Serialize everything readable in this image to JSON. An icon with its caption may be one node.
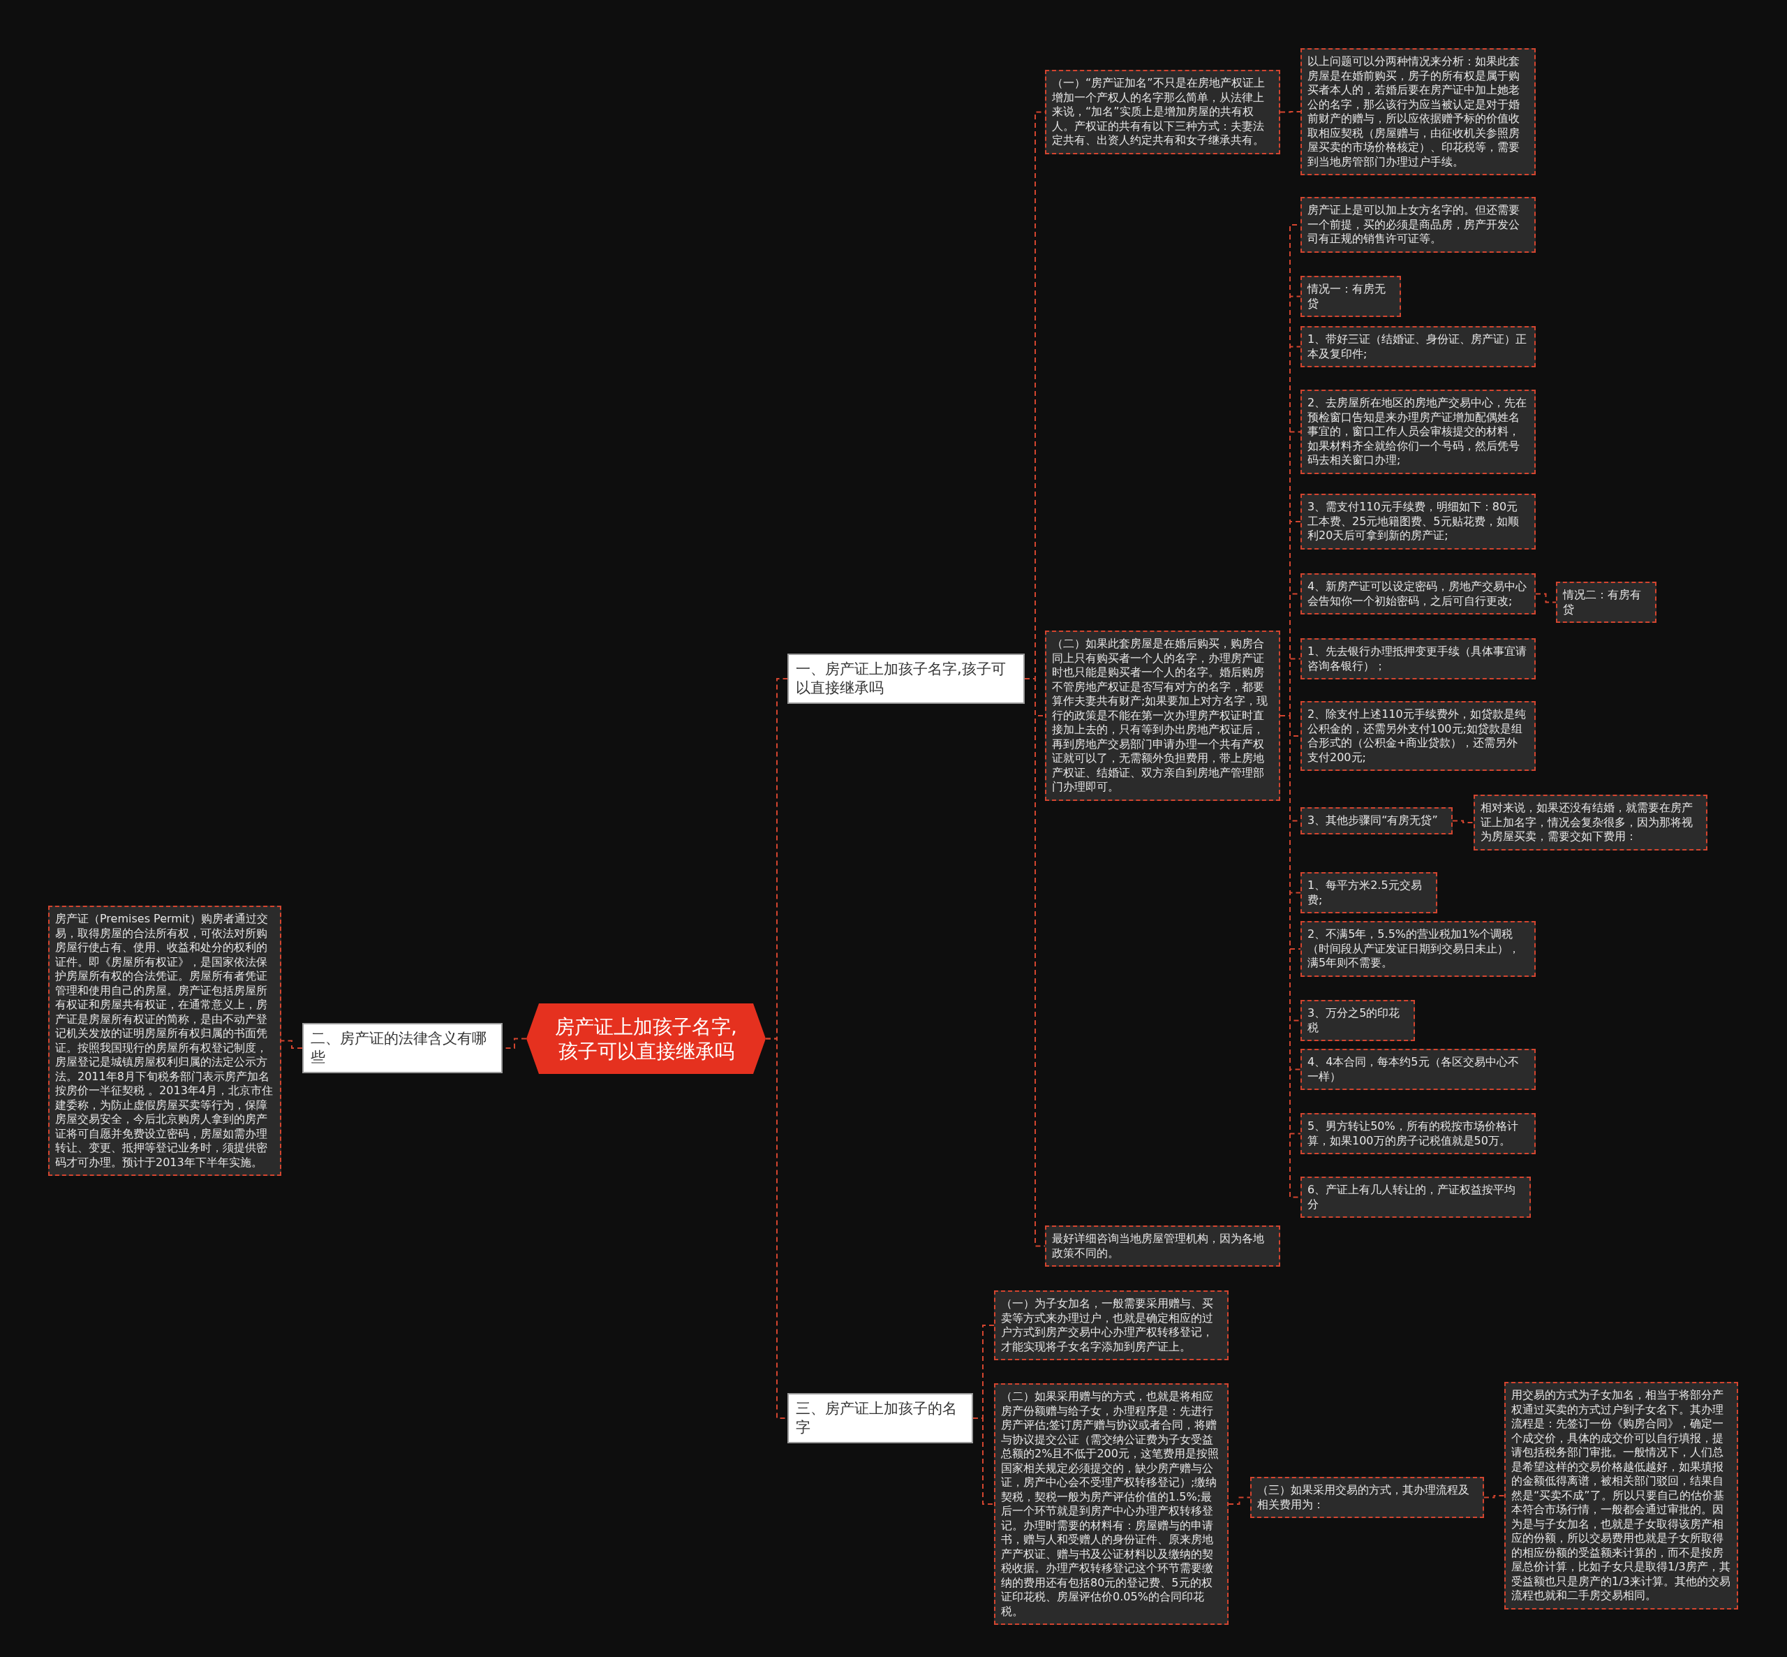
{
  "diagram": {
    "nodes": [
      {
        "text": [
          "房产证上加孩子名字,孩子可以直接继承吗"
        ]
      },
      {
        "text": [
          "一、房产证上加孩子名字,孩子可以直接继承吗"
        ]
      },
      {
        "text": [
          "（一）“房产证加名”不只是在房地产权证上增加一个产权人的名字那么简单，从法律上来说，“加名”实质上是增加房屋的共有权人。产权证的共有有以下三种方式：夫妻法定共有、出资人约定共有和女子继承共有。"
        ]
      },
      {
        "text": [
          "以上问题可以分两种情况来分析：如果此套房屋是在婚前购买，房子的所有权是属于购买者本人的，若婚后要在房产证中加上她老公的名字，那么该行为应当被认定是对于婚前财产的赠与，所以应依据赠予标的价值收取相应契税（房屋赠与，由征收机关参照房屋买卖的市场价格核定）、印花税等，需要到当地房管部门办理过户手续。"
        ]
      },
      {
        "text": [
          "（二）如果此套房屋是在婚后购买，购房合同上只有购买者一个人的名字，办理房产证时也只能是购买者一个人的名字。婚后购房不管房地产权证是否写有对方的名字，都要算作夫妻共有财产;如果要加上对方名字，现行的政策是不能在第一次办理房产权证时直接加上去的，只有等到办出房地产权证后，再到房地产交易部门申请办理一个共有产权证就可以了，无需额外负担费用，带上房地产权证、结婚证、双方亲自到房地产管理部门办理即可。"
        ]
      },
      {
        "text": [
          "房产证上是可以加上女方名字的。但还需要一个前提，买的必须是商品房，房产开发公司有正规的销售许可证等。"
        ]
      },
      {
        "text": [
          "情况一：有房无贷"
        ]
      },
      {
        "text": [
          "1、带好三证（结婚证、身份证、房产证）正本及复印件;"
        ]
      },
      {
        "text": [
          "2、去房屋所在地区的房地产交易中心，先在预检窗口告知是来办理房产证增加配偶姓名事宜的，窗口工作人员会审核提交的材料，如果材料齐全就给你们一个号码，然后凭号码去相关窗口办理;"
        ]
      },
      {
        "text": [
          "3、需支付110元手续费，明细如下：80元工本费、25元地籍图费、5元贴花费，如顺利20天后可拿到新的房产证;"
        ]
      },
      {
        "text": [
          "4、新房产证可以设定密码，房地产交易中心会告知你一个初始密码，之后可自行更改;"
        ]
      },
      {
        "text": [
          "情况二：有房有贷"
        ]
      },
      {
        "text": [
          "1、先去银行办理抵押变更手续（具体事宜请咨询各银行）；"
        ]
      },
      {
        "text": [
          "2、除支付上述110元手续费外，如贷款是纯公积金的，还需另外支付100元;如贷款是组合形式的（公积金+商业贷款），还需另外支付200元;"
        ]
      },
      {
        "text": [
          "3、其他步骤同“有房无贷”"
        ]
      },
      {
        "text": [
          "相对来说，如果还没有结婚，就需要在房产证上加名字，情况会复杂很多，因为那将视为房屋买卖，需要交如下费用："
        ]
      },
      {
        "text": [
          "1、每平方米2.5元交易费;"
        ]
      },
      {
        "text": [
          "2、不满5年，5.5%的营业税加1%个调税（时间段从产证发证日期到交易日未止），满5年则不需要。"
        ]
      },
      {
        "text": [
          "3、万分之5的印花税"
        ]
      },
      {
        "text": [
          "4、4本合同，每本约5元（各区交易中心不一样）"
        ]
      },
      {
        "text": [
          "5、男方转让50%，所有的税按市场价格计算，如果100万的房子记税值就是50万。"
        ]
      },
      {
        "text": [
          "6、产证上有几人转让的，产证权益按平均分"
        ]
      },
      {
        "text": [
          "最好详细咨询当地房屋管理机构，因为各地政策不同的。"
        ]
      },
      {
        "text": [
          "二、房产证的法律含义有哪些"
        ]
      },
      {
        "text": [
          "房产证（Premises Permit）购房者通过交易，取得房屋的合法所有权，可依法对所购房屋行使占有、使用、收益和处分的权利的证件。即《房屋所有权证》，是国家依法保护房屋所有权的合法凭证。房屋所有者凭证管理和使用自己的房屋。房产证包括房屋所有权证和房屋共有权证，在通常意义上，房产证是房屋所有权证的简称，是由不动产登记机关发放的证明房屋所有权归属的书面凭证。按照我国现行的房屋所有权登记制度，房屋登记是城镇房屋权利归属的法定公示方法。2011年8月下旬税务部门表示房产加名按房价一半征契税 。2013年4月，北京市住建委称，为防止虚假房屋买卖等行为，保障房屋交易安全，今后北京购房人拿到的房产证将可自愿并免费设立密码，房屋如需办理转让、变更、抵押等登记业务时，须提供密码才可办理。预计于2013年下半年实施。"
        ]
      },
      {
        "text": [
          "三、房产证上加孩子的名字"
        ]
      },
      {
        "text": [
          "（一）为子女加名，一般需要采用赠与、买卖等方式来办理过户，也就是确定相应的过户方式到房产交易中心办理产权转移登记，才能实现将子女名字添加到房产证上。"
        ]
      },
      {
        "text": [
          "（二）如果采用赠与的方式，也就是将相应房产份额赠与给子女，办理程序是：先进行房产评估;签订房产赠与协议或者合同，将赠与协议提交公证（需交纳公证费为子女受益总额的2%且不低于200元，这笔费用是按照国家相关规定必须提交的，缺少房产赠与公证，房产中心会不受理产权转移登记）;缴纳契税，契税一般为房产评估价值的1.5%;最后一个环节就是到房产中心办理产权转移登记。办理时需要的材料有：房屋赠与的申请书，赠与人和受赠人的身份证件、原来房地产产权证、赠与书及公证材料以及缴纳的契税收据。办理产权转移登记这个环节需要缴纳的费用还有包括80元的登记费、5元的权证印花税、房屋评估价0.05%的合同印花税。"
        ]
      },
      {
        "text": [
          "（三）如果采用交易的方式，其办理流程及相关费用为："
        ]
      },
      {
        "text": [
          "用交易的方式为子女加名，相当于将部分产权通过买卖的方式过户到子女名下。其办理流程是：先签订一份《购房合同》，确定一个成交价，具体的成交价可以自行填报，提请包括税务部门审批。一般情况下，人们总是希望这样的交易价格越低越好，如果填报的金额低得离谱，被相关部门驳回，结果自然是“买卖不成”了。所以只要自己的估价基本符合市场行情，一般都会通过审批的。因为是与子女加名，也就是子女取得该房产相应的份额，所以交易费用也就是子女所取得的相应份额的受益额来计算的，而不是按房屋总价计算，比如子女只是取得1/3房产，其受益额也只是房产的1/3来计算。其他的交易流程也就和二手房交易相同。"
        ]
      }
    ],
    "edges": [
      {
        "from": 0,
        "to": 1,
        "arrow": "none"
      },
      {
        "from": 1,
        "to": 2,
        "arrow": "none"
      },
      {
        "from": 2,
        "to": 3,
        "arrow": "none"
      },
      {
        "from": 1,
        "to": 4,
        "arrow": "none"
      },
      {
        "from": 4,
        "to": 5,
        "arrow": "none"
      },
      {
        "from": 4,
        "to": 6,
        "arrow": "none"
      },
      {
        "from": 4,
        "to": 7,
        "arrow": "none"
      },
      {
        "from": 4,
        "to": 8,
        "arrow": "none"
      },
      {
        "from": 4,
        "to": 9,
        "arrow": "none"
      },
      {
        "from": 4,
        "to": 10,
        "arrow": "none"
      },
      {
        "from": 10,
        "to": 11,
        "arrow": "none"
      },
      {
        "from": 4,
        "to": 12,
        "arrow": "none"
      },
      {
        "from": 4,
        "to": 13,
        "arrow": "none"
      },
      {
        "from": 4,
        "to": 14,
        "arrow": "none"
      },
      {
        "from": 14,
        "to": 15,
        "arrow": "none"
      },
      {
        "from": 4,
        "to": 16,
        "arrow": "none"
      },
      {
        "from": 4,
        "to": 17,
        "arrow": "none"
      },
      {
        "from": 4,
        "to": 18,
        "arrow": "none"
      },
      {
        "from": 4,
        "to": 19,
        "arrow": "none"
      },
      {
        "from": 4,
        "to": 20,
        "arrow": "none"
      },
      {
        "from": 4,
        "to": 21,
        "arrow": "none"
      },
      {
        "from": 1,
        "to": 22,
        "arrow": "none"
      },
      {
        "from": 0,
        "to": 23,
        "arrow": "none"
      },
      {
        "from": 23,
        "to": 24,
        "arrow": "none"
      },
      {
        "from": 0,
        "to": 25,
        "arrow": "none"
      },
      {
        "from": 25,
        "to": 26,
        "arrow": "none"
      },
      {
        "from": 25,
        "to": 27,
        "arrow": "none"
      },
      {
        "from": 27,
        "to": 28,
        "arrow": "none"
      },
      {
        "from": 28,
        "to": 29,
        "arrow": "none"
      }
    ]
  }
}
